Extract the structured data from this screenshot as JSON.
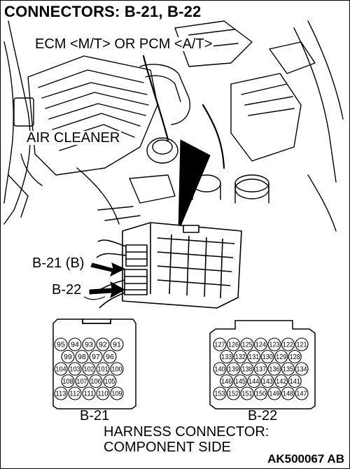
{
  "title": "CONNECTORS: B-21, B-22",
  "labels": {
    "ecm": "ECM <M/T> OR PCM <A/T>",
    "air_cleaner": "AIR CLEANER",
    "b21_arrow": "B-21 (B)",
    "b22_arrow": "B-22",
    "b21_caption": "B-21",
    "b22_caption": "B-22",
    "harness_line1": "HARNESS CONNECTOR:",
    "harness_line2": "COMPONENT SIDE"
  },
  "figure_code": "AK500067 AB",
  "connector_b21": {
    "rows": [
      [
        "95",
        "94",
        "93",
        "92",
        "91"
      ],
      [
        "99",
        "98",
        "97",
        "96"
      ],
      [
        "104",
        "103",
        "102",
        "101",
        "100"
      ],
      [
        "108",
        "107",
        "106",
        "105"
      ],
      [
        "113",
        "112",
        "111",
        "110",
        "109"
      ]
    ]
  },
  "connector_b22": {
    "rows": [
      [
        "127",
        "126",
        "125",
        "124",
        "123",
        "122",
        "121"
      ],
      [
        "133",
        "132",
        "131",
        "130",
        "129",
        "128"
      ],
      [
        "140",
        "139",
        "138",
        "137",
        "136",
        "135",
        "134"
      ],
      [
        "146",
        "145",
        "144",
        "143",
        "142",
        "141"
      ],
      [
        "153",
        "152",
        "151",
        "150",
        "149",
        "148",
        "147"
      ]
    ]
  }
}
